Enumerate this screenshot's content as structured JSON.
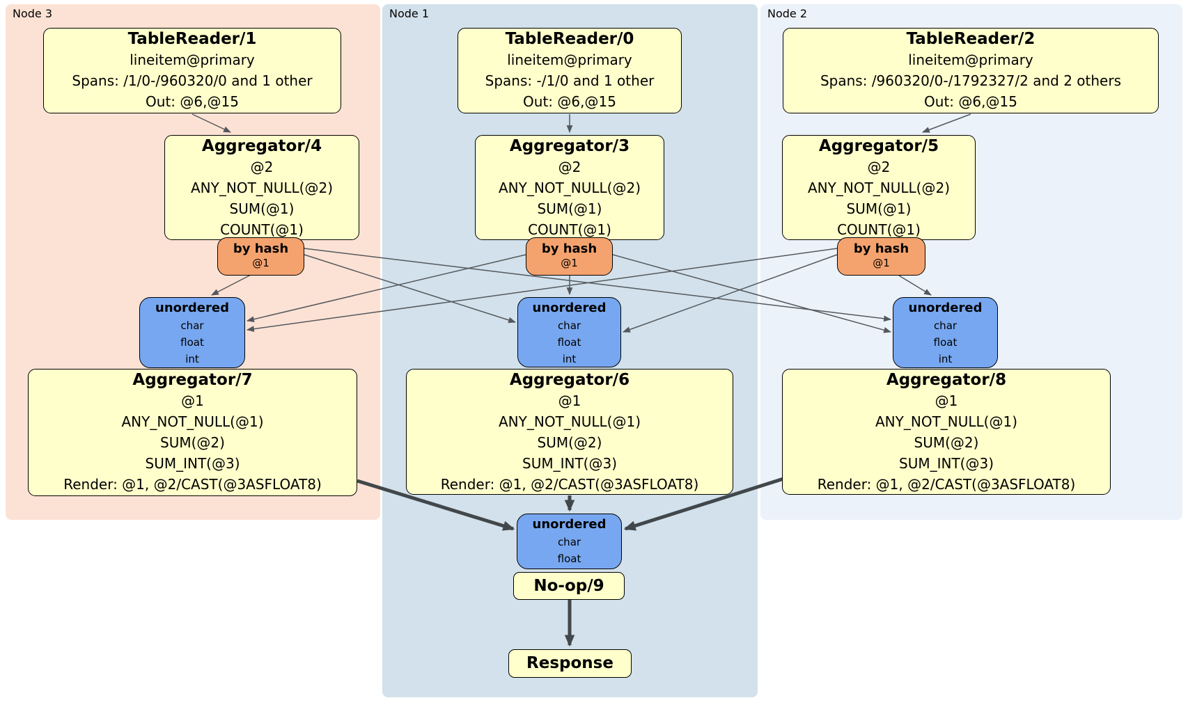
{
  "regions": [
    {
      "label": "Node 3"
    },
    {
      "label": "Node 1"
    },
    {
      "label": "Node 2"
    }
  ],
  "processors": {
    "tr1": {
      "title": "TableReader/1",
      "lines": [
        "lineitem@primary",
        "Spans: /1/0-/960320/0 and 1 other",
        "Out: @6,@15"
      ]
    },
    "tr0": {
      "title": "TableReader/0",
      "lines": [
        "lineitem@primary",
        "Spans: -/1/0 and 1 other",
        "Out: @6,@15"
      ]
    },
    "tr2": {
      "title": "TableReader/2",
      "lines": [
        "lineitem@primary",
        "Spans: /960320/0-/1792327/2 and 2 others",
        "Out: @6,@15"
      ]
    },
    "agg4": {
      "title": "Aggregator/4",
      "lines": [
        "@2",
        "ANY_NOT_NULL(@2)",
        "SUM(@1)",
        "COUNT(@1)"
      ]
    },
    "agg3": {
      "title": "Aggregator/3",
      "lines": [
        "@2",
        "ANY_NOT_NULL(@2)",
        "SUM(@1)",
        "COUNT(@1)"
      ]
    },
    "agg5": {
      "title": "Aggregator/5",
      "lines": [
        "@2",
        "ANY_NOT_NULL(@2)",
        "SUM(@1)",
        "COUNT(@1)"
      ]
    },
    "agg7": {
      "title": "Aggregator/7",
      "lines": [
        "@1",
        "ANY_NOT_NULL(@1)",
        "SUM(@2)",
        "SUM_INT(@3)",
        "Render: @1, @2/CAST(@3ASFLOAT8)"
      ]
    },
    "agg6": {
      "title": "Aggregator/6",
      "lines": [
        "@1",
        "ANY_NOT_NULL(@1)",
        "SUM(@2)",
        "SUM_INT(@3)",
        "Render: @1, @2/CAST(@3ASFLOAT8)"
      ]
    },
    "agg8": {
      "title": "Aggregator/8",
      "lines": [
        "@1",
        "ANY_NOT_NULL(@1)",
        "SUM(@2)",
        "SUM_INT(@3)",
        "Render: @1, @2/CAST(@3ASFLOAT8)"
      ]
    },
    "noop": {
      "title": "No-op/9"
    },
    "response": {
      "title": "Response"
    }
  },
  "routers": {
    "node3": {
      "title": "by hash",
      "detail": "@1"
    },
    "node1": {
      "title": "by hash",
      "detail": "@1"
    },
    "node2": {
      "title": "by hash",
      "detail": "@1"
    }
  },
  "syncs": {
    "node3": {
      "title": "unordered",
      "items": [
        "char",
        "float",
        "int"
      ]
    },
    "node1": {
      "title": "unordered",
      "items": [
        "char",
        "float",
        "int"
      ]
    },
    "node2": {
      "title": "unordered",
      "items": [
        "char",
        "float",
        "int"
      ]
    },
    "final": {
      "title": "unordered",
      "items": [
        "char",
        "float"
      ]
    }
  },
  "colors": {
    "node3_bg": "#fce2d5",
    "node1_bg": "#d2e1eb",
    "node2_bg": "#ecf2f9",
    "processor_fill": "#ffffcc",
    "router_fill": "#f5a36e",
    "sync_fill": "#77a7f0",
    "box_border": "#000000",
    "edge_thin": "#54585c",
    "edge_thick": "#42474b"
  }
}
